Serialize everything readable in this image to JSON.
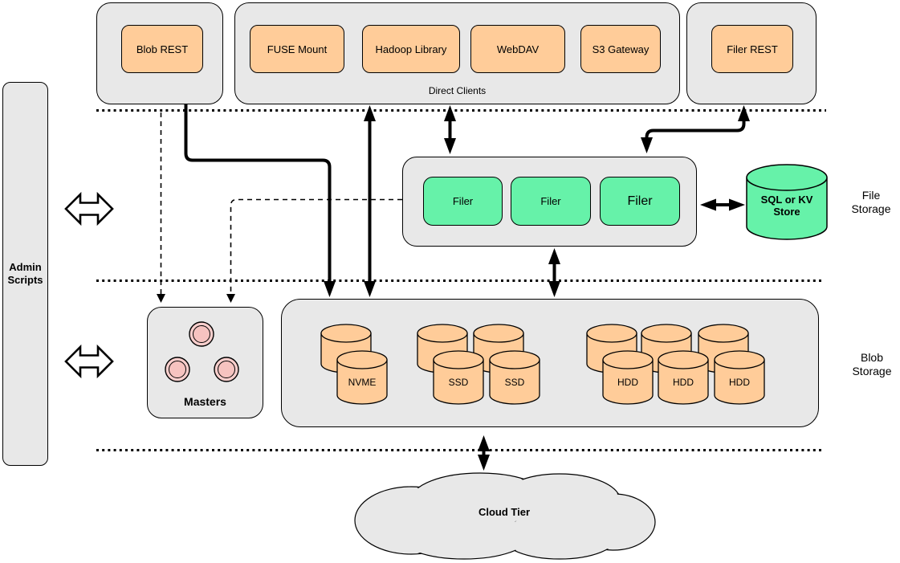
{
  "admin": {
    "label": "Admin\nScripts"
  },
  "top_row": {
    "blob_rest": "Blob REST",
    "direct_clients": {
      "caption": "Direct Clients",
      "clients": [
        {
          "label": "FUSE Mount"
        },
        {
          "label": "Hadoop Library"
        },
        {
          "label": "WebDAV"
        },
        {
          "label": "S3 Gateway"
        }
      ]
    },
    "filer_rest": "Filer REST"
  },
  "file_storage": {
    "section_label": "File\nStorage",
    "filers": [
      {
        "label": "Filer"
      },
      {
        "label": "Filer"
      },
      {
        "label": "Filer"
      }
    ],
    "store_label": "SQL or KV\nStore"
  },
  "blob_storage": {
    "section_label": "Blob\nStorage",
    "masters_label": "Masters",
    "disks": [
      {
        "label": "NVME"
      },
      {
        "label": "SSD"
      },
      {
        "label": "SSD"
      },
      {
        "label": "HDD"
      },
      {
        "label": "HDD"
      },
      {
        "label": "HDD"
      }
    ]
  },
  "cloud": {
    "label": "Cloud Tier"
  },
  "colors": {
    "container_fill": "#e8e8e8",
    "client_node_fill": "#ffcc99",
    "filer_node_fill": "#66f2a9",
    "store_cylinder_fill": "#66f2a9",
    "disk_cylinder_fill": "#ffcc99",
    "master_circle_fill": "#f8cecc",
    "line": "#000000"
  }
}
